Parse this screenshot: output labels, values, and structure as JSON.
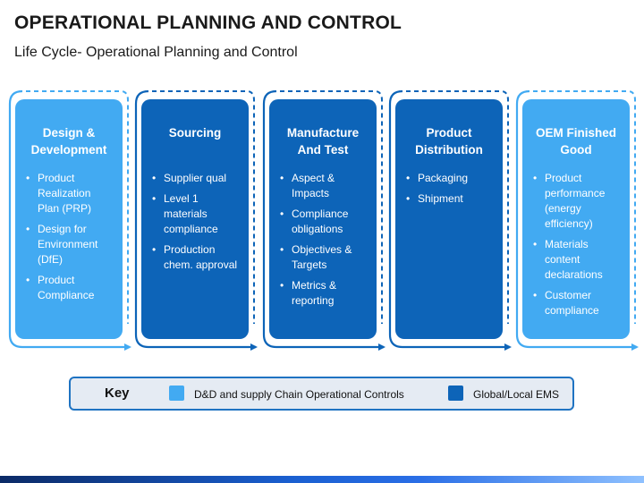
{
  "header": {
    "title": "OPERATIONAL PLANNING AND CONTROL",
    "subtitle": "Life Cycle- Operational Planning and Control"
  },
  "colors": {
    "light_blue": "#42aaf2",
    "dark_blue": "#0d64b8",
    "frame_light": "#42aaf2",
    "frame_dark": "#0d64b8"
  },
  "stages": [
    {
      "title": "Design & Development",
      "shade": "light",
      "bullets": [
        "Product Realization Plan (PRP)",
        "Design for Environment (DfE)",
        "Product Compliance"
      ]
    },
    {
      "title": "Sourcing",
      "shade": "dark",
      "bullets": [
        "Supplier qual",
        "Level 1 materials compliance",
        "Production chem. approval"
      ]
    },
    {
      "title": "Manufacture And Test",
      "shade": "dark",
      "bullets": [
        "Aspect & Impacts",
        "Compliance obligations",
        "Objectives & Targets",
        "Metrics & reporting"
      ]
    },
    {
      "title": "Product Distribution",
      "shade": "dark",
      "bullets": [
        "Packaging",
        "Shipment"
      ]
    },
    {
      "title": "OEM Finished Good",
      "shade": "light",
      "bullets": [
        "Product performance (energy efficiency)",
        "Materials content declarations",
        "Customer compliance"
      ]
    }
  ],
  "key": {
    "title": "Key",
    "items": [
      {
        "label": "D&D and supply Chain Operational Controls",
        "color": "#42aaf2"
      },
      {
        "label": "Global/Local EMS",
        "color": "#0d64b8"
      }
    ]
  }
}
